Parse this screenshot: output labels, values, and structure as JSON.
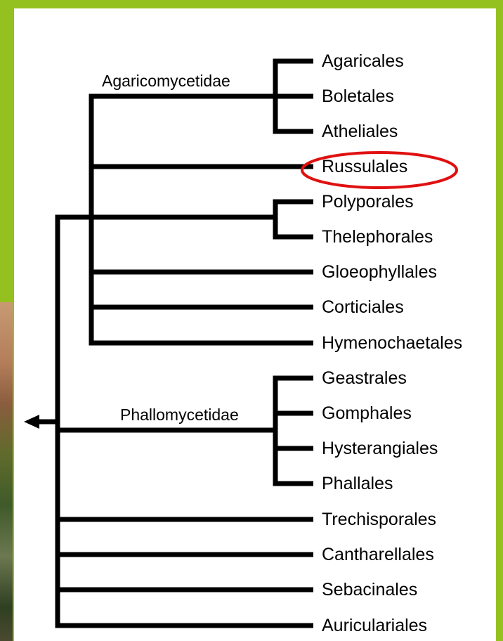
{
  "diagram": {
    "type": "phylogenetic-tree",
    "root_arrow": "left-arrow",
    "highlight": {
      "leaf": "Russulales",
      "shape": "ellipse",
      "color": "#e01010"
    },
    "line_color": "#000000",
    "clades": {
      "agaricomycetidae": {
        "label": "Agaricomycetidae",
        "leaves": [
          "Agaricales",
          "Boletales",
          "Atheliales"
        ]
      },
      "phallomycetidae": {
        "label": "Phallomycetidae",
        "leaves": [
          "Geastrales",
          "Gomphales",
          "Hysterangiales",
          "Phallales"
        ]
      }
    },
    "leaves": [
      "Agaricales",
      "Boletales",
      "Atheliales",
      "Russulales",
      "Polyporales",
      "Thelephorales",
      "Gloeophyllales",
      "Corticiales",
      "Hymenochaetales",
      "Geastrales",
      "Gomphales",
      "Hysterangiales",
      "Phallales",
      "Trechisporales",
      "Cantharellales",
      "Sebacinales",
      "Auriculariales"
    ]
  }
}
